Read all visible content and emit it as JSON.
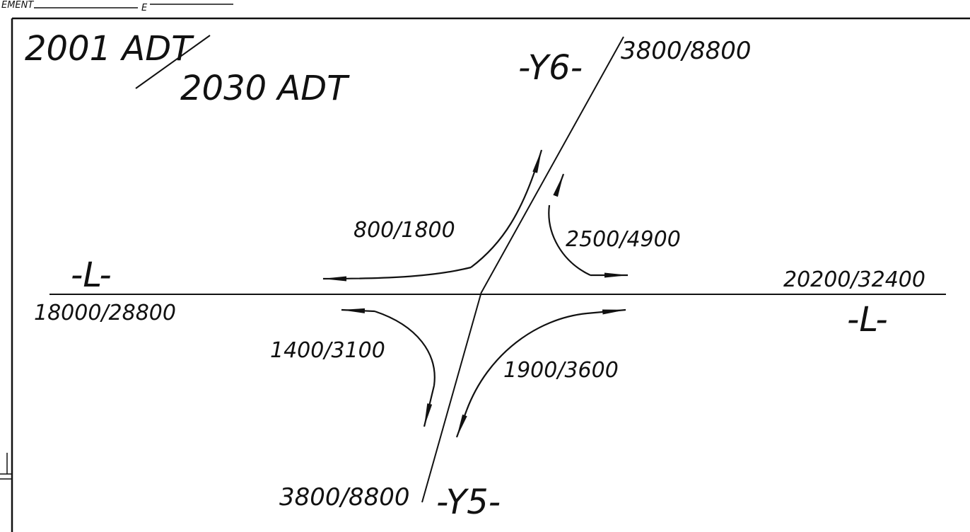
{
  "header": {
    "fragment_left": "EMENT",
    "fragment_mid": "E"
  },
  "legend": {
    "top": "2001 ADT",
    "bottom": "2030 ADT"
  },
  "roads": {
    "y6": {
      "name": "-Y6-",
      "volume": "3800/8800"
    },
    "y5": {
      "name": "-Y5-",
      "volume": "3800/8800"
    },
    "l_west": {
      "name": "-L-",
      "volume": "18000/28800"
    },
    "l_east": {
      "name": "-L-",
      "volume": "20200/32400"
    }
  },
  "turns": {
    "nw": "800/1800",
    "ne": "2500/4900",
    "sw": "1400/3100",
    "se": "1900/3600"
  },
  "colors": {
    "ink": "#111111",
    "paper": "#ffffff"
  }
}
